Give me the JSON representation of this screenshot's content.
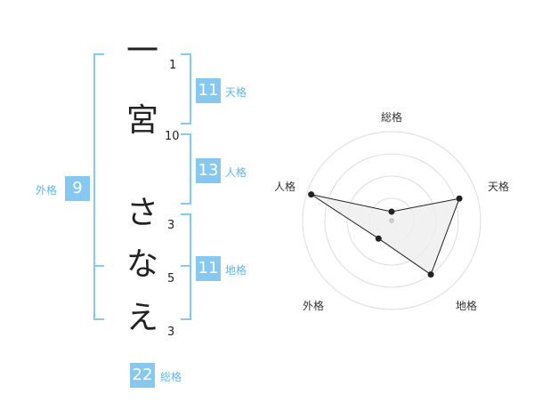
{
  "name": {
    "characters": [
      {
        "char": "一",
        "strokes": "1"
      },
      {
        "char": "宮",
        "strokes": "10"
      },
      {
        "char": "さ",
        "strokes": "3"
      },
      {
        "char": "な",
        "strokes": "5"
      },
      {
        "char": "え",
        "strokes": "3"
      }
    ]
  },
  "kaku": {
    "tenkaku": {
      "label": "天格",
      "value": "11"
    },
    "jinkaku": {
      "label": "人格",
      "value": "13"
    },
    "chikaku": {
      "label": "地格",
      "value": "11"
    },
    "gaikaku": {
      "label": "外格",
      "value": "9"
    },
    "soukaku": {
      "label": "総格",
      "value": "22"
    }
  },
  "chart_data": {
    "type": "radar",
    "axes": [
      "総格",
      "天格",
      "地格",
      "外格",
      "人格"
    ],
    "values": [
      0.1,
      0.8,
      0.75,
      0.25,
      0.95
    ],
    "range": [
      0,
      1
    ],
    "rings": 4,
    "colors": {
      "fill": "#eeeeee",
      "stroke": "#222222",
      "ring": "#dddddd",
      "center": "#cccccc"
    }
  },
  "colors": {
    "accent": "#86c8f0",
    "accent_text": "#5fb7ec"
  }
}
